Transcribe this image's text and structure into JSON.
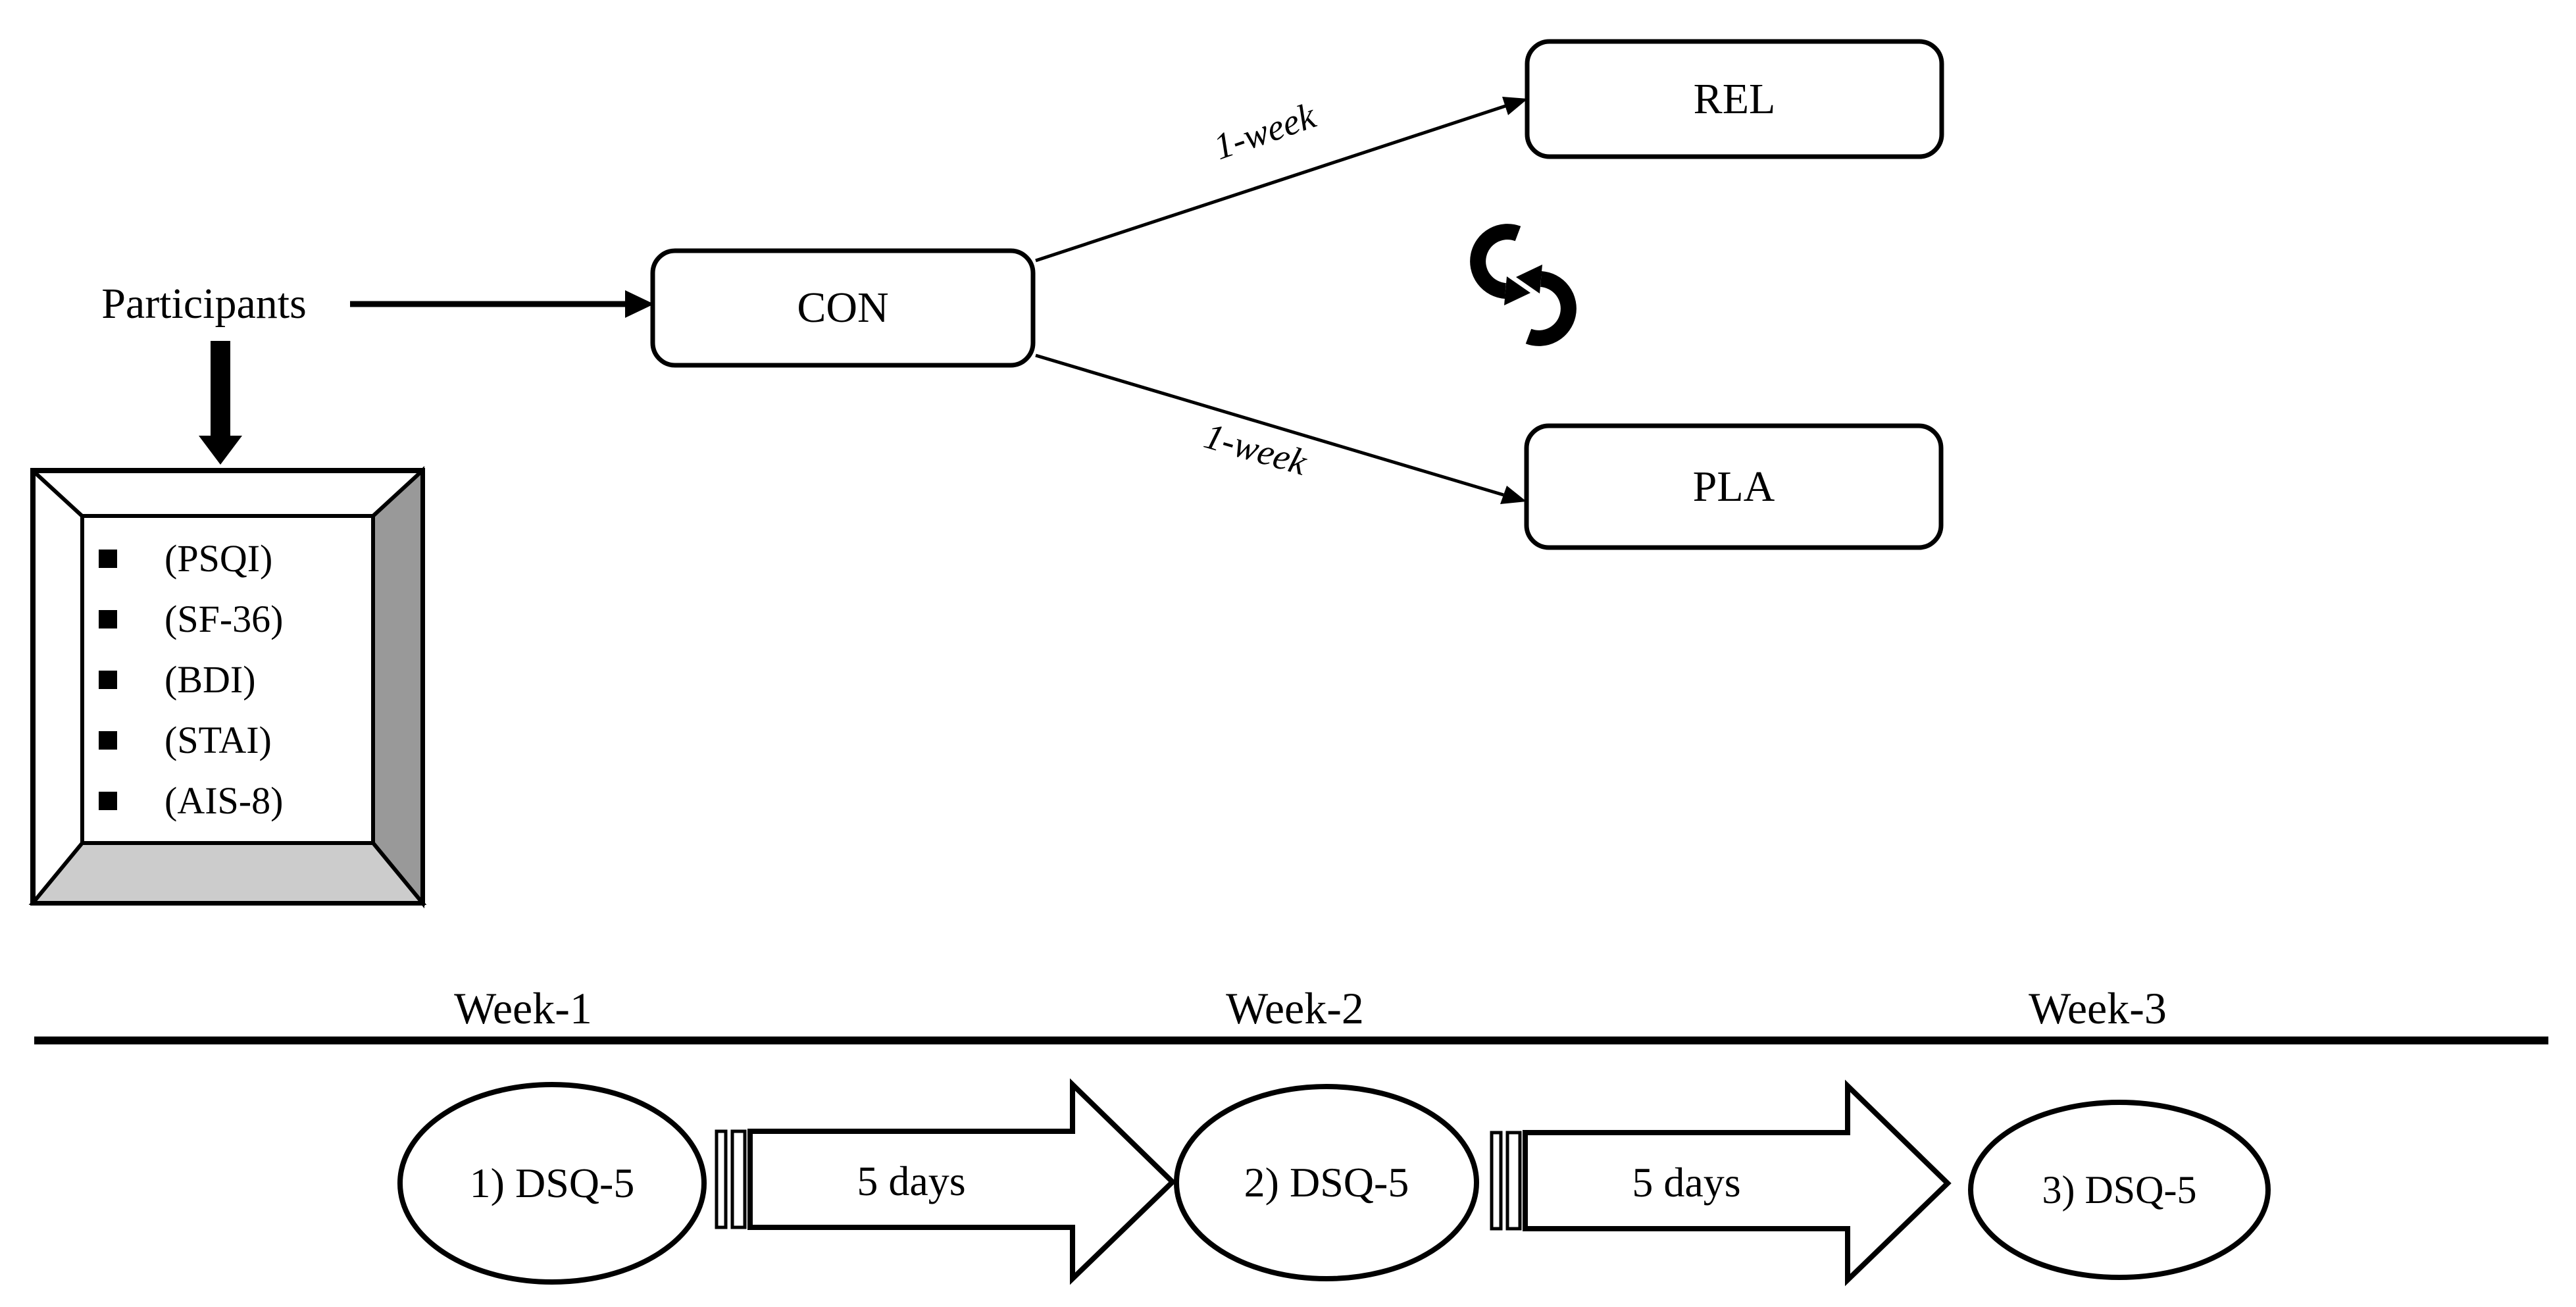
{
  "figure": {
    "participants_label": "Participants",
    "nodes": {
      "con": "CON",
      "rel": "REL",
      "pla": "PLA"
    },
    "edge_labels": {
      "con_rel": "1-week",
      "con_pla": "1-week"
    },
    "questionnaires": [
      "(PSQI)",
      "(SF-36)",
      "(BDI)",
      "(STAI)",
      "(AIS-8)"
    ],
    "icons": {
      "crossover": "crossover-arrows-icon"
    },
    "timeline": {
      "week_labels": [
        "Week-1",
        "Week-2",
        "Week-3"
      ],
      "events": [
        "1) DSQ-5",
        "2) DSQ-5",
        "3) DSQ-5"
      ],
      "interval_labels": [
        "5 days",
        "5 days"
      ]
    },
    "colors": {
      "ink": "#000000",
      "bevel_side": "#999999",
      "bevel_bottom": "#cccccc",
      "shape_fill": "#ffffff"
    }
  }
}
